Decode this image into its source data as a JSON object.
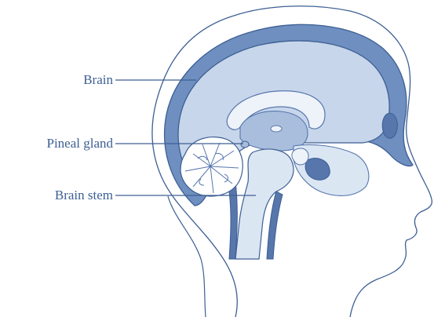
{
  "diagram": {
    "labels": {
      "brain": "Brain",
      "pineal_gland": "Pineal gland",
      "brain_stem": "Brain stem"
    },
    "colors": {
      "outline": "#3d5f93",
      "skull_band": "#6e8fc0",
      "brain_fill": "#c7d6ea",
      "inner_fill": "#dbe6f3",
      "deep_blue": "#5676ac",
      "pale": "#eef3fa",
      "label_text": "#3d5f93"
    }
  }
}
